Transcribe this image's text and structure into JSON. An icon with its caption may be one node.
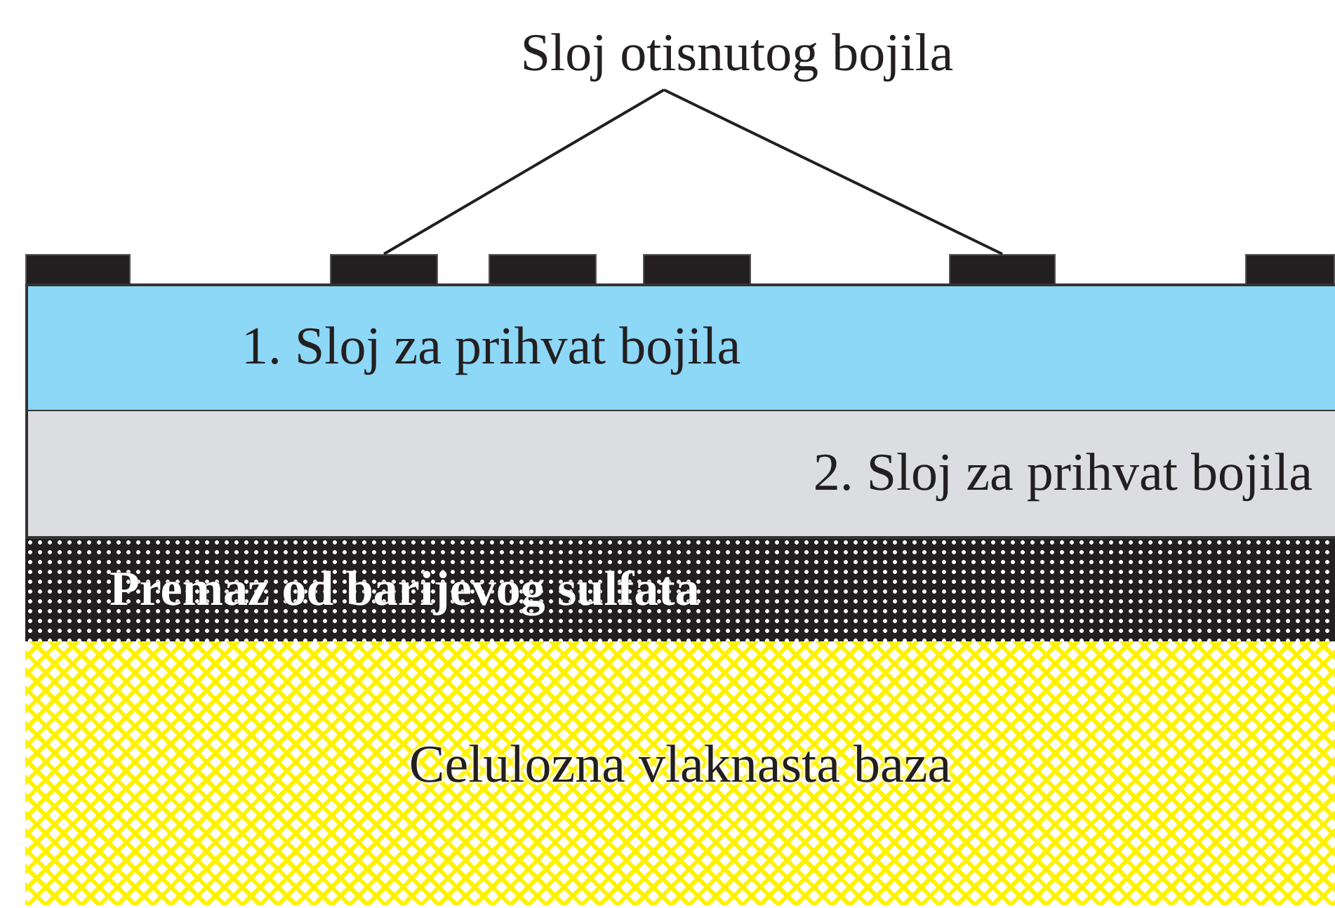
{
  "diagram": {
    "nodes": [
      {
        "text": [
          "Sloj otisnutog bojila"
        ]
      },
      {
        "text": [],
        "shape": "bar"
      },
      {
        "text": [],
        "shape": "bar"
      },
      {
        "text": [],
        "shape": "bar"
      },
      {
        "text": [],
        "shape": "bar"
      },
      {
        "text": [],
        "shape": "bar"
      },
      {
        "text": [],
        "shape": "bar"
      },
      {
        "text": [
          "1. Sloj za prihvat bojila"
        ]
      },
      {
        "text": [
          "2. Sloj za prihvat bojila"
        ]
      },
      {
        "text": [
          "Premaz od barijevog sulfata"
        ]
      },
      {
        "text": [
          "Celulozna vlaknasta baza"
        ]
      }
    ],
    "edges": [
      {
        "from": 0,
        "to": 2,
        "arrow": "none"
      },
      {
        "from": 0,
        "to": 5,
        "arrow": "none"
      }
    ]
  }
}
